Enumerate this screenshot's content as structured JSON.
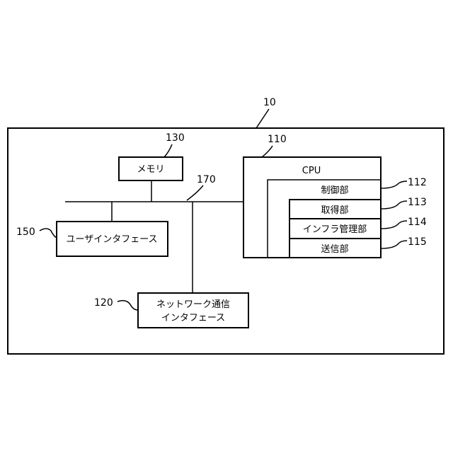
{
  "refs": {
    "device": "10",
    "cpu": "110",
    "memory": "130",
    "bus": "170",
    "user_interface": "150",
    "network_interface": "120",
    "control_unit": "112",
    "acquisition_unit": "113",
    "infra_management_unit": "114",
    "transmission_unit": "115"
  },
  "labels": {
    "cpu": "CPU",
    "memory": "メモリ",
    "user_interface": "ユーザインタフェース",
    "network_interface_line1": "ネットワーク通信",
    "network_interface_line2": "インタフェース",
    "control_unit": "制御部",
    "acquisition_unit": "取得部",
    "infra_management_unit": "インフラ管理部",
    "transmission_unit": "送信部"
  }
}
